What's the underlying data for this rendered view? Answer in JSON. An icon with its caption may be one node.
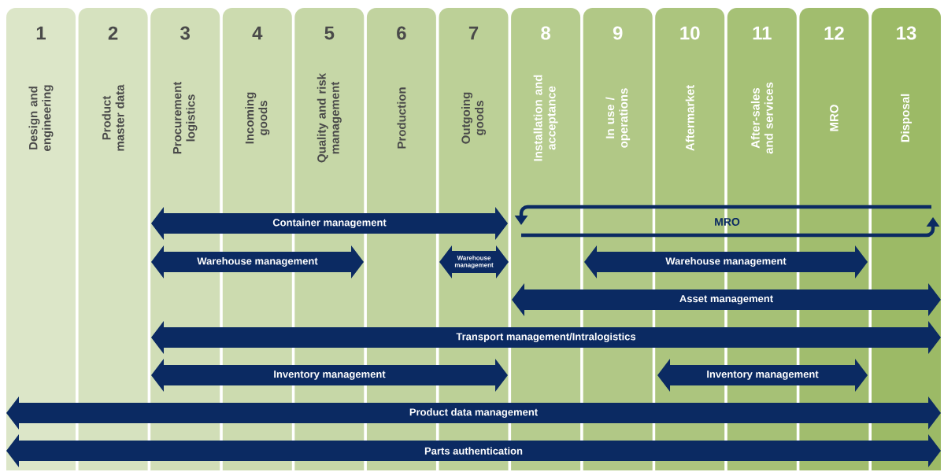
{
  "diagram": {
    "nodes": [
      {
        "text": [
          "1",
          "Design and engineering"
        ]
      },
      {
        "text": [
          "2",
          "Product master data"
        ]
      },
      {
        "text": [
          "3",
          "Procurement logistics"
        ]
      },
      {
        "text": [
          "4",
          "Incoming goods"
        ]
      },
      {
        "text": [
          "5",
          "Quality and risk management"
        ]
      },
      {
        "text": [
          "6",
          "Production"
        ]
      },
      {
        "text": [
          "7",
          "Outgoing goods"
        ]
      },
      {
        "text": [
          "8",
          "Installation and acceptance"
        ]
      },
      {
        "text": [
          "9",
          "In use / operations"
        ]
      },
      {
        "text": [
          "10",
          "Aftermarket"
        ]
      },
      {
        "text": [
          "11",
          "After-sales and services"
        ]
      },
      {
        "text": [
          "12",
          "MRO"
        ]
      },
      {
        "text": [
          "13",
          "Disposal"
        ]
      },
      {
        "text": [
          "Container management"
        ]
      },
      {
        "text": [
          "MRO"
        ]
      },
      {
        "text": [
          "Warehouse management"
        ]
      },
      {
        "text": [
          "Warehouse management"
        ],
        "in": 6
      },
      {
        "text": [
          "Warehouse management"
        ]
      },
      {
        "text": [
          "Asset management"
        ]
      },
      {
        "text": [
          "Transport management/Intralogistics"
        ]
      },
      {
        "text": [
          "Inventory management"
        ]
      },
      {
        "text": [
          "Inventory management"
        ]
      },
      {
        "text": [
          "Product data management"
        ]
      },
      {
        "text": [
          "Parts authentication"
        ]
      }
    ]
  }
}
